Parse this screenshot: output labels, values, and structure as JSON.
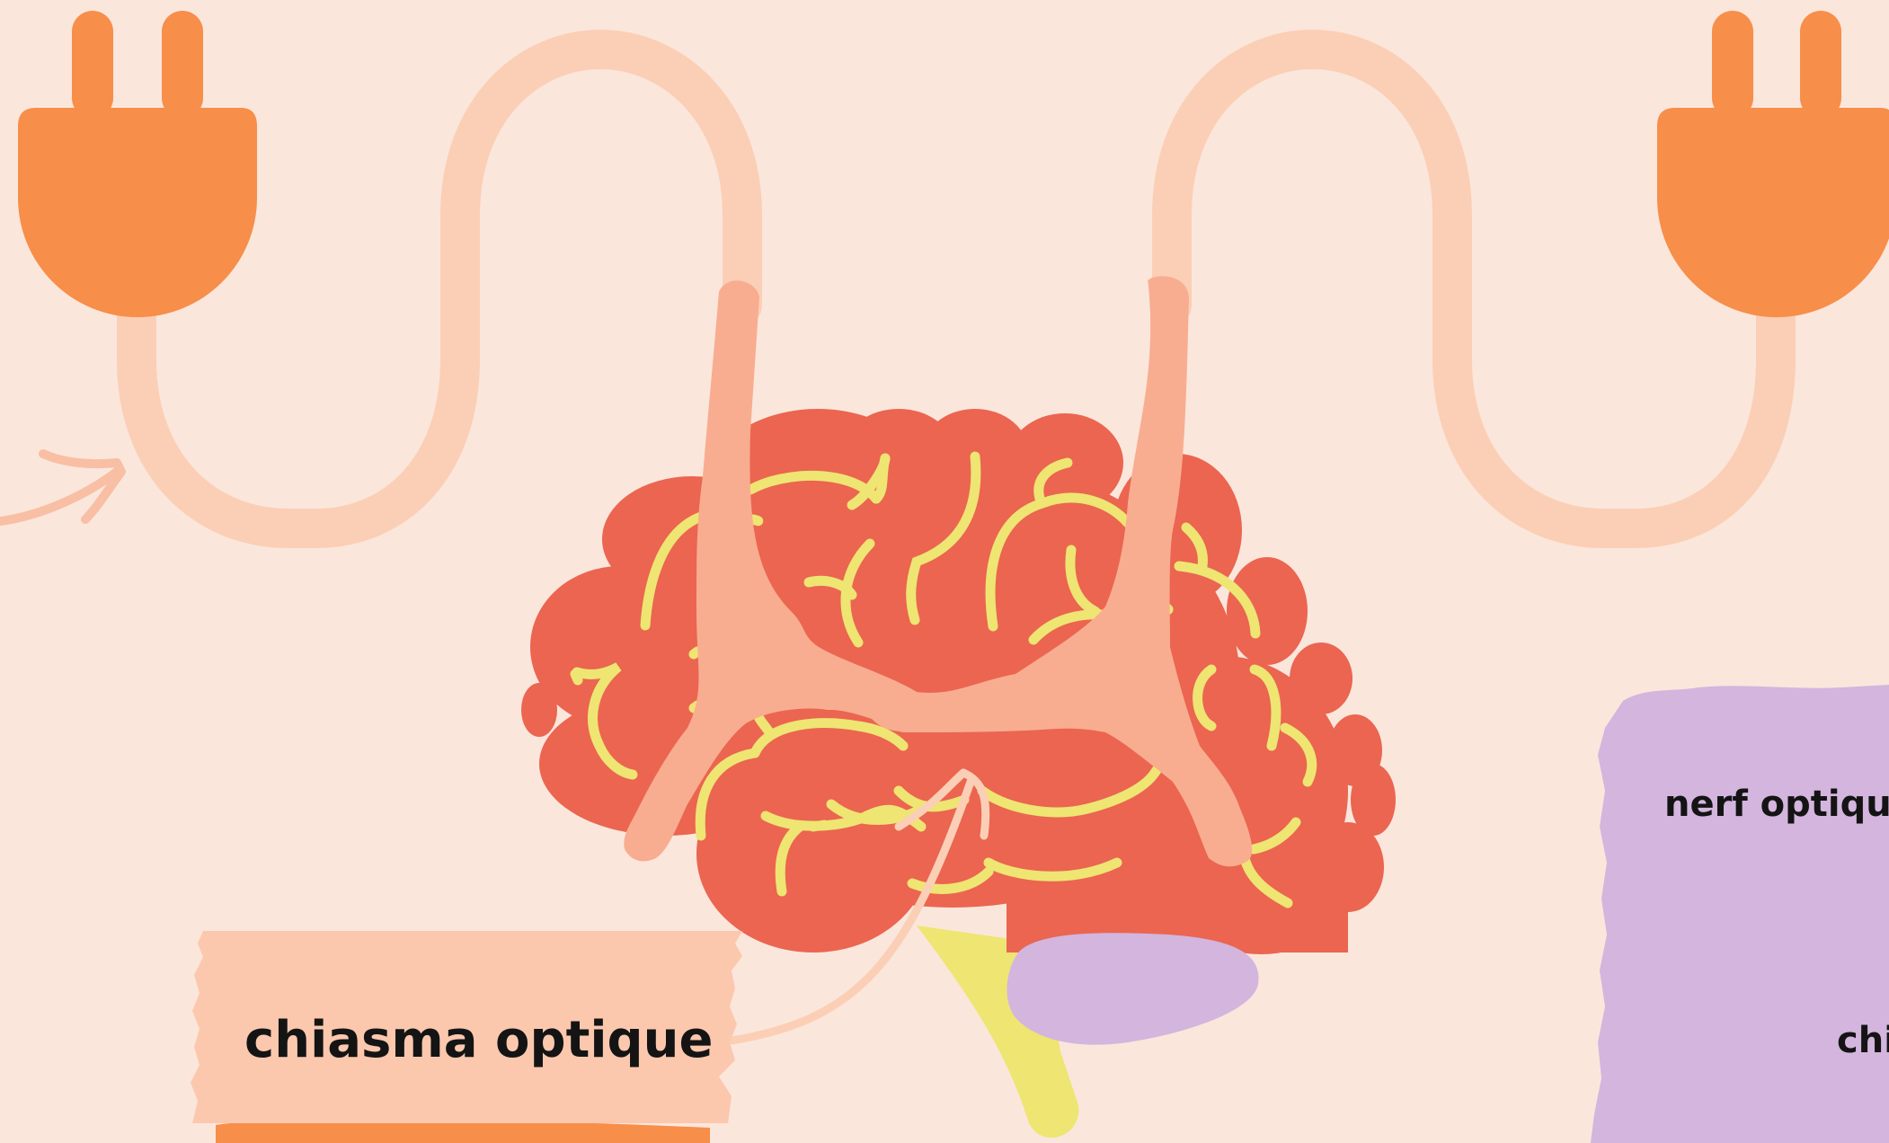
{
  "labels": {
    "chiasma": "chiasma optique",
    "nerf": "nerf optiqu",
    "chi": "chi"
  },
  "colors": {
    "background": "#fbe6dc",
    "plug": "#f78e49",
    "cord": "#fbcfb5",
    "brain": "#eb6550",
    "brain_folds": "#eee573",
    "nerve": "#f8ad90",
    "cerebellum": "#d3b5de",
    "brainstem": "#eee573",
    "tape": "#fbc8ae",
    "tape_shadow": "#f78e49",
    "note_panel": "#d3b5de"
  },
  "icons": [
    "left-plug-icon",
    "right-plug-icon",
    "brain-icon",
    "arrow-icon"
  ]
}
